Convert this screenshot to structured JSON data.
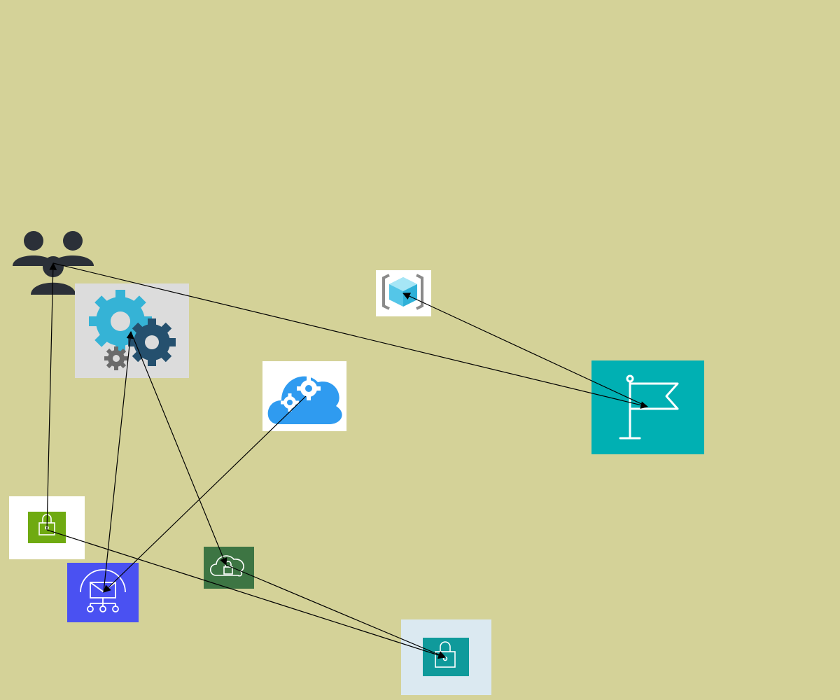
{
  "canvas": {
    "background": "#d4d298"
  },
  "nodes": [
    {
      "id": "users",
      "icon": "users-group-icon",
      "color": "#2b3038"
    },
    {
      "id": "settings",
      "icon": "gears-settings-icon",
      "color": "#35b3d6",
      "tile": "#dcdcdc"
    },
    {
      "id": "cube",
      "icon": "container-cube-icon",
      "color": "#54c6e8",
      "tile": "#ffffff"
    },
    {
      "id": "cloud-gears",
      "icon": "cloud-automation-icon",
      "color": "#2f9bf0",
      "tile": "#ffffff"
    },
    {
      "id": "flag",
      "icon": "flag-icon",
      "color": "#00b0b3"
    },
    {
      "id": "lock-green",
      "icon": "lock-icon",
      "color": "#6faa11",
      "tile": "#ffffff"
    },
    {
      "id": "network",
      "icon": "mail-network-icon",
      "color": "#4a51f2"
    },
    {
      "id": "cloud-lock",
      "icon": "cloud-lock-icon",
      "color": "#3d7543"
    },
    {
      "id": "lock-teal",
      "icon": "lock-icon",
      "color": "#0f9a9b",
      "tile": "#dbe9f1"
    }
  ],
  "edges": [
    {
      "from": "users",
      "to": "flag"
    },
    {
      "from": "flag",
      "to": "cube"
    },
    {
      "from": "lock-green",
      "to": "users"
    },
    {
      "from": "network",
      "to": "settings"
    },
    {
      "from": "settings",
      "to": "cloud-lock"
    },
    {
      "from": "cloud-gears",
      "to": "network"
    },
    {
      "from": "lock-green",
      "to": "lock-teal"
    },
    {
      "from": "cloud-lock",
      "to": "lock-teal"
    }
  ]
}
